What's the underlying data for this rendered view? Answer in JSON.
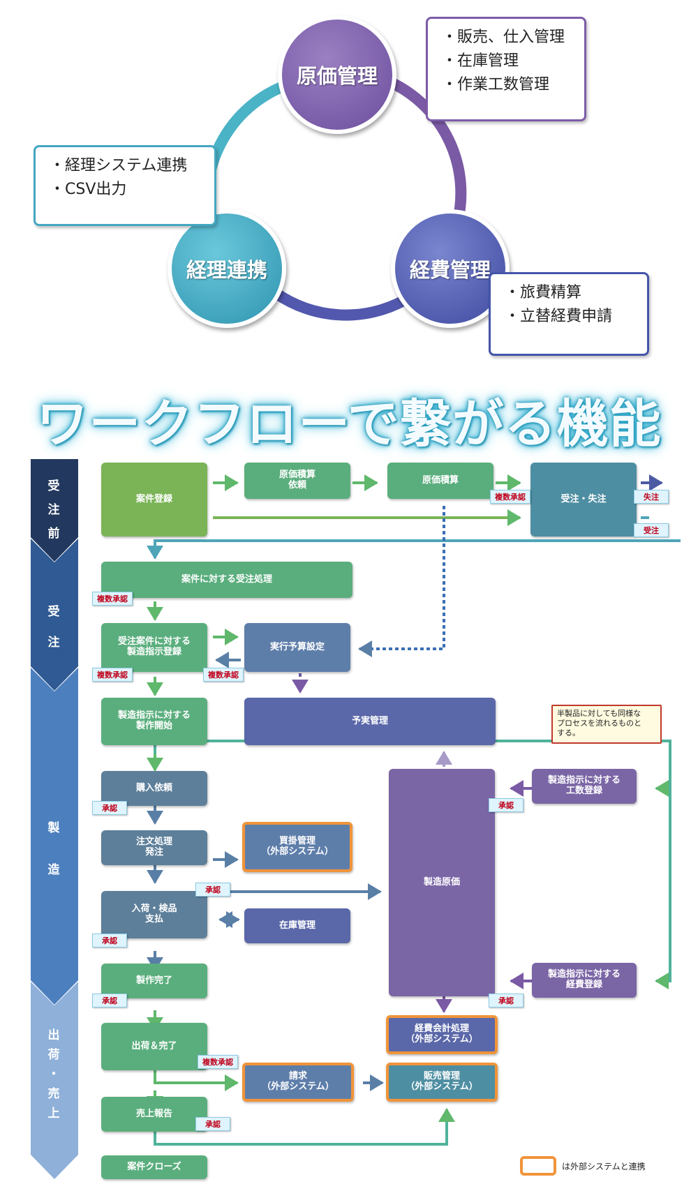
{
  "top_cycle": {
    "nodes": {
      "genka": {
        "label": "原価管理",
        "items": [
          "・販売、仕入管理",
          "・在庫管理",
          "・作業工数管理"
        ]
      },
      "keiri": {
        "label": "経理連携",
        "items": [
          "・経理システム連携",
          "・CSV出力"
        ]
      },
      "keihi": {
        "label": "経費管理",
        "items": [
          "・旅費精算",
          "・立替経費申請"
        ]
      }
    }
  },
  "workflow_title": "ワークフローで繋がる機能",
  "stages": [
    {
      "label": "受\n注\n前"
    },
    {
      "label": "受\n\n注"
    },
    {
      "label": "製\n\n造"
    },
    {
      "label": "出\n荷\n・\n売\n上"
    }
  ],
  "boxes": {
    "anken_touroku": "案件登録",
    "genka_sekisan_irai": "原価積算\n依頼",
    "genka_sekisan": "原価積算",
    "juchu_shicchu": "受注・失注",
    "juchu_shori": "案件に対する受注処理",
    "seizou_shiji_touroku": "受注案件に対する\n製造指示登録",
    "jikkou_yosan": "実行予算設定",
    "seisaku_kaishi": "製造指示に対する\n製作開始",
    "yojitsu": "予実管理",
    "kounyu_irai": "購入依頼",
    "chumon_hacchu": "注文処理\n発注",
    "kaikake": "買掛管理\n（外部システム）",
    "nyuka_kenpin": "入荷・検品\n支払",
    "zaiko": "在庫管理",
    "seisaku_kanryou": "製作完了",
    "seizou_genka": "製造原価",
    "kousuu_touroku": "製造指示に対する\n工数登録",
    "keihi_touroku": "製造指示に対する\n経費登録",
    "keihi_kaikei": "経費会計処理\n（外部システム）",
    "hanbai_kanri": "販売管理\n（外部システム）",
    "shukka_kanryou": "出荷＆完了",
    "seikyu": "請求\n（外部システム）",
    "uriage_houkoku": "売上報告",
    "anken_close": "案件クローズ"
  },
  "tags": {
    "fukusu_shounin": "複数承認",
    "shounin": "承認",
    "shicchu": "失注",
    "juchu": "受注"
  },
  "note": "半製品に対しても同様な\nプロセスを流れるものと\nする。",
  "legend": "は外部システムと連携",
  "colors": {
    "green_bright": "#7bb457",
    "green_mid": "#5aae7d",
    "teal": "#4e8ea2",
    "slate_blue": "#5e7eaa",
    "steel": "#5d7f9a",
    "indigo": "#5a67a8",
    "purple": "#7a65a5",
    "orange_border": "#f0943a"
  }
}
